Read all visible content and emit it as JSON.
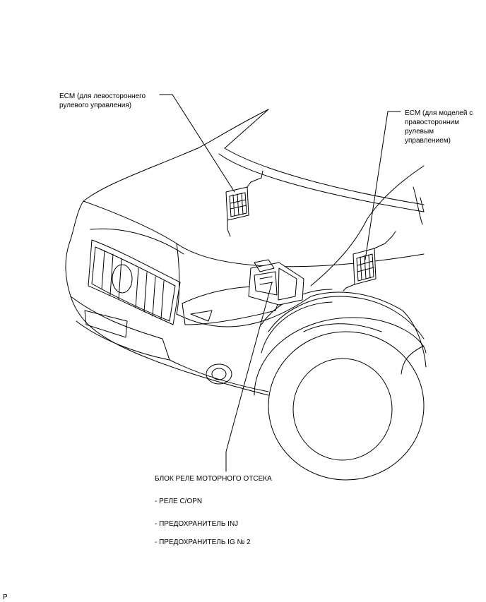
{
  "labels": {
    "ecm_lhd": "ECM (для левостороннего\nрулевого управления)",
    "ecm_rhd": "ECM (для моделей с\nправосторонним\nрулевым\nуправлением)",
    "relay_block": "БЛОК РЕЛЕ МОТОРНОГО ОТСЕКА",
    "relay_items": [
      "- РЕЛЕ C/OPN",
      "- ПРЕДОХРАНИТЕЛЬ INJ",
      "- ПРЕДОХРАНИТЕЛЬ IG № 2"
    ],
    "corner_mark": "P"
  },
  "colors": {
    "line": "#000000",
    "background": "#ffffff"
  }
}
